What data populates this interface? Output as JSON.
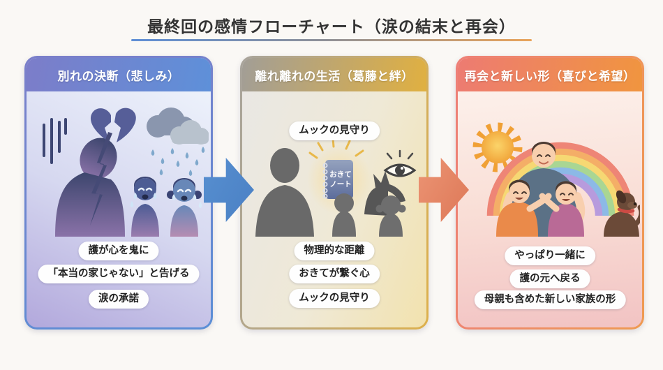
{
  "title": "最終回の感情フローチャート（涙の結末と再会）",
  "panels": [
    {
      "id": "separation",
      "header": "別れの決断（悲しみ）",
      "labels": [
        "護が心を鬼に",
        "「本当の家じゃない」と告げる",
        "涙の承諾"
      ]
    },
    {
      "id": "apart",
      "header": "離れ離れの生活（葛藤と絆）",
      "top_label": "ムックの見守り",
      "notebook": {
        "line1": "おきて",
        "line2": "ノート"
      },
      "labels": [
        "物理的な距離",
        "おきてが繋ぐ心",
        "ムックの見守り"
      ]
    },
    {
      "id": "reunion",
      "header": "再会と新しい形（喜びと希望）",
      "labels": [
        "やっぱり一緒に",
        "護の元へ戻る",
        "母親も含めた新しい家族の形"
      ]
    }
  ],
  "colors": {
    "background": "#faf8f5",
    "panel1_accent": "#5b8fd6",
    "panel2_accent": "#ddb04c",
    "panel3_accent": "#ee8078",
    "arrow1": "#4a80c4",
    "arrow2": "#dd7857",
    "title_text": "#333333"
  }
}
